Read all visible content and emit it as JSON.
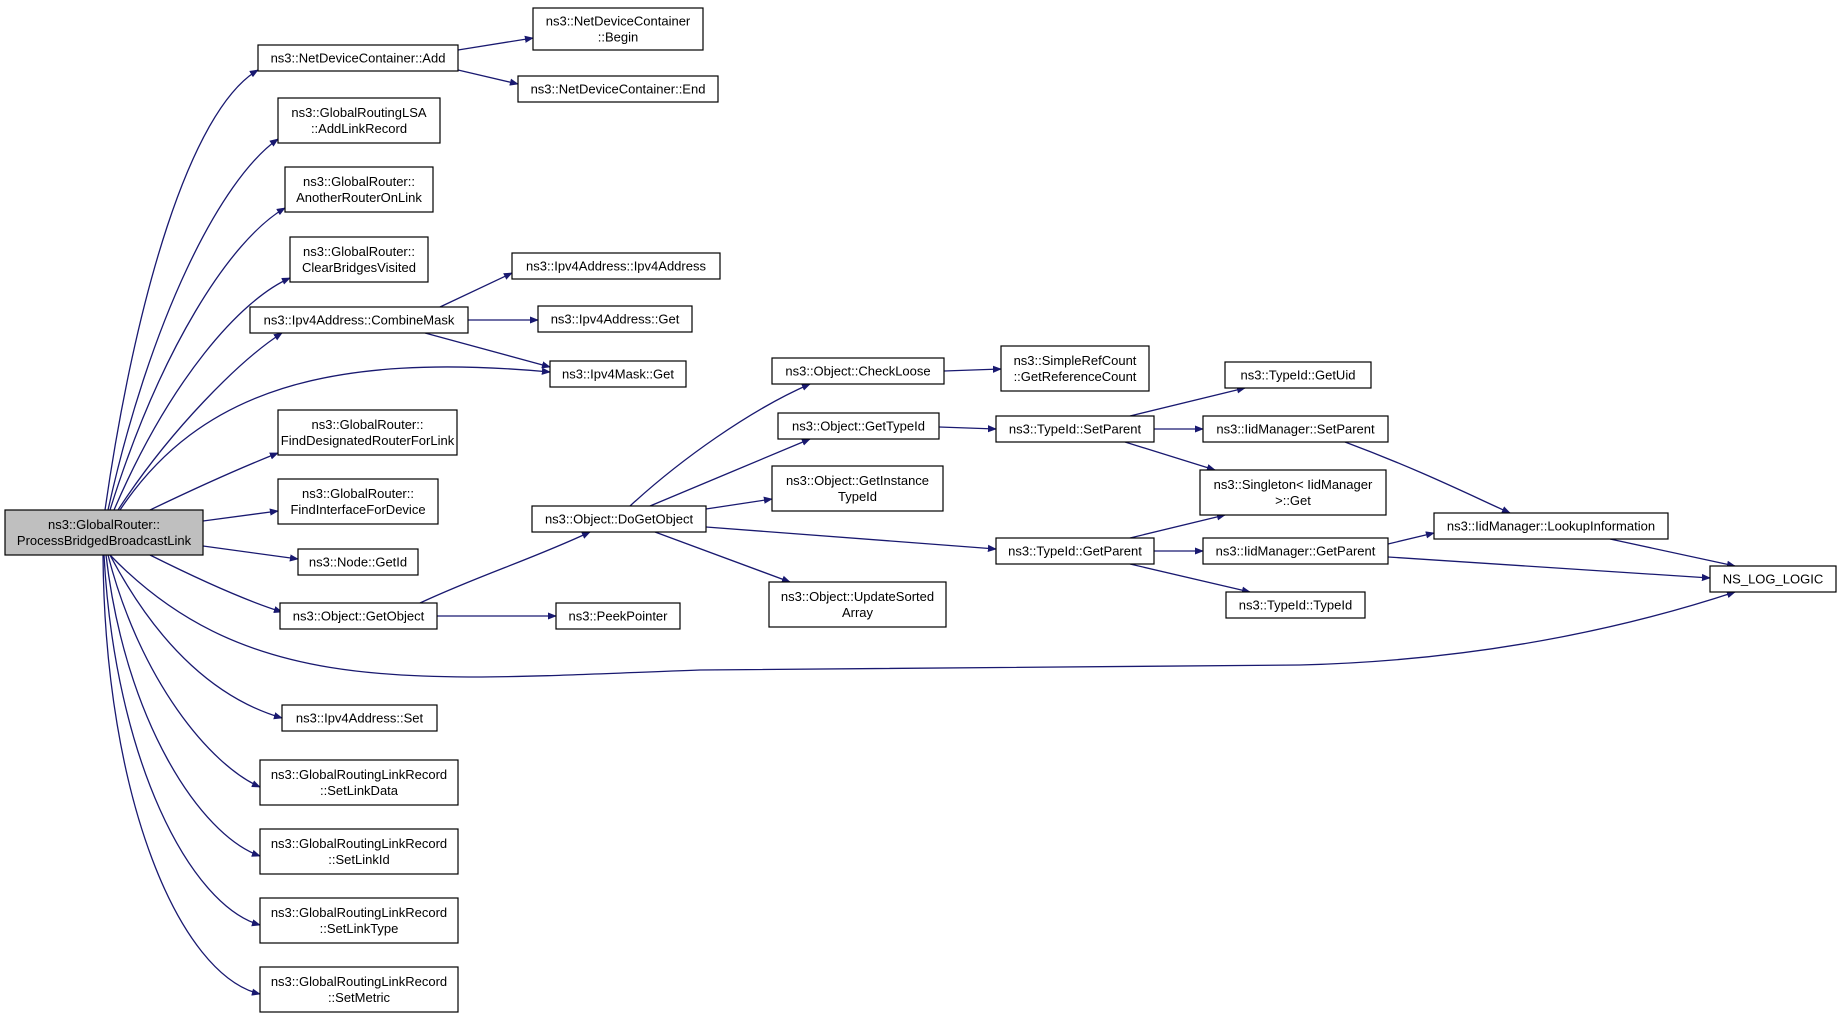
{
  "colors": {
    "edge": "#191970",
    "node_fill": "#ffffff",
    "root_fill": "#bfbfbf",
    "border": "#000000"
  },
  "nodes": {
    "root": [
      "ns3::GlobalRouter::",
      "ProcessBridgedBroadcastLink"
    ],
    "ndc_add": [
      "ns3::NetDeviceContainer::Add"
    ],
    "ndc_begin": [
      "ns3::NetDeviceContainer",
      "::Begin"
    ],
    "ndc_end": [
      "ns3::NetDeviceContainer::End"
    ],
    "lsa_addlink": [
      "ns3::GlobalRoutingLSA",
      "::AddLinkRecord"
    ],
    "gr_another": [
      "ns3::GlobalRouter::",
      "AnotherRouterOnLink"
    ],
    "gr_clear": [
      "ns3::GlobalRouter::",
      "ClearBridgesVisited"
    ],
    "ipv4_ctor": [
      "ns3::Ipv4Address::Ipv4Address"
    ],
    "ipv4_combine": [
      "ns3::Ipv4Address::CombineMask"
    ],
    "ipv4_get": [
      "ns3::Ipv4Address::Get"
    ],
    "mask_get": [
      "ns3::Ipv4Mask::Get"
    ],
    "gr_finddr": [
      "ns3::GlobalRouter::",
      "FindDesignatedRouterForLink"
    ],
    "gr_findif": [
      "ns3::GlobalRouter::",
      "FindInterfaceForDevice"
    ],
    "node_getid": [
      "ns3::Node::GetId"
    ],
    "obj_getobject": [
      "ns3::Object::GetObject"
    ],
    "peekpointer": [
      "ns3::PeekPointer"
    ],
    "obj_checkloose": [
      "ns3::Object::CheckLoose"
    ],
    "obj_gettypeid": [
      "ns3::Object::GetTypeId"
    ],
    "obj_getinst": [
      "ns3::Object::GetInstance",
      "TypeId"
    ],
    "obj_dogetobject": [
      "ns3::Object::DoGetObject"
    ],
    "obj_updatesorted": [
      "ns3::Object::UpdateSorted",
      "Array"
    ],
    "srefcount": [
      "ns3::SimpleRefCount",
      "::GetReferenceCount"
    ],
    "tid_setparent": [
      "ns3::TypeId::SetParent"
    ],
    "tid_getparent": [
      "ns3::TypeId::GetParent"
    ],
    "tid_getuid": [
      "ns3::TypeId::GetUid"
    ],
    "iid_setparent": [
      "ns3::IidManager::SetParent"
    ],
    "singleton_get": [
      "ns3::Singleton< IidManager",
      ">::Get"
    ],
    "iid_getparent": [
      "ns3::IidManager::GetParent"
    ],
    "tid_typeid": [
      "ns3::TypeId::TypeId"
    ],
    "iid_lookup": [
      "ns3::IidManager::LookupInformation"
    ],
    "ns_log": [
      "NS_LOG_LOGIC"
    ],
    "ipv4_set": [
      "ns3::Ipv4Address::Set"
    ],
    "grlr_setdata": [
      "ns3::GlobalRoutingLinkRecord",
      "::SetLinkData"
    ],
    "grlr_setid": [
      "ns3::GlobalRoutingLinkRecord",
      "::SetLinkId"
    ],
    "grlr_settype": [
      "ns3::GlobalRoutingLinkRecord",
      "::SetLinkType"
    ],
    "grlr_setmetric": [
      "ns3::GlobalRoutingLinkRecord",
      "::SetMetric"
    ]
  },
  "edges": [
    [
      "root",
      "ndc_add"
    ],
    [
      "root",
      "lsa_addlink"
    ],
    [
      "root",
      "gr_another"
    ],
    [
      "root",
      "gr_clear"
    ],
    [
      "root",
      "ipv4_combine"
    ],
    [
      "root",
      "mask_get"
    ],
    [
      "root",
      "gr_finddr"
    ],
    [
      "root",
      "gr_findif"
    ],
    [
      "root",
      "node_getid"
    ],
    [
      "root",
      "obj_getobject"
    ],
    [
      "root",
      "ns_log"
    ],
    [
      "root",
      "ipv4_set"
    ],
    [
      "root",
      "grlr_setdata"
    ],
    [
      "root",
      "grlr_setid"
    ],
    [
      "root",
      "grlr_settype"
    ],
    [
      "root",
      "grlr_setmetric"
    ],
    [
      "ndc_add",
      "ndc_begin"
    ],
    [
      "ndc_add",
      "ndc_end"
    ],
    [
      "ipv4_combine",
      "ipv4_ctor"
    ],
    [
      "ipv4_combine",
      "ipv4_get"
    ],
    [
      "ipv4_combine",
      "mask_get"
    ],
    [
      "obj_getobject",
      "obj_dogetobject"
    ],
    [
      "obj_getobject",
      "peekpointer"
    ],
    [
      "obj_dogetobject",
      "obj_checkloose"
    ],
    [
      "obj_dogetobject",
      "obj_gettypeid"
    ],
    [
      "obj_dogetobject",
      "obj_getinst"
    ],
    [
      "obj_dogetobject",
      "tid_getparent"
    ],
    [
      "obj_dogetobject",
      "obj_updatesorted"
    ],
    [
      "obj_checkloose",
      "srefcount"
    ],
    [
      "obj_gettypeid",
      "tid_setparent"
    ],
    [
      "tid_setparent",
      "tid_getuid"
    ],
    [
      "tid_setparent",
      "iid_setparent"
    ],
    [
      "tid_setparent",
      "singleton_get"
    ],
    [
      "tid_getparent",
      "singleton_get"
    ],
    [
      "tid_getparent",
      "iid_getparent"
    ],
    [
      "tid_getparent",
      "tid_typeid"
    ],
    [
      "iid_setparent",
      "iid_lookup"
    ],
    [
      "iid_getparent",
      "iid_lookup"
    ],
    [
      "iid_getparent",
      "ns_log"
    ],
    [
      "iid_lookup",
      "ns_log"
    ]
  ]
}
